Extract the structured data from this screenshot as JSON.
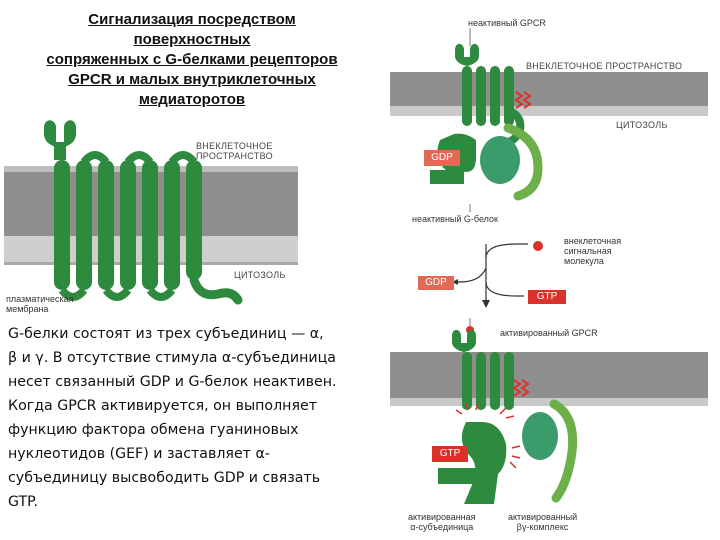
{
  "title": {
    "lines": [
      "Сигнализация посредством",
      "поверхностных",
      "сопряженных с G-белками рецепторов",
      "GPCR и малых внутриклеточных",
      "медиаторотов"
    ]
  },
  "left_figure": {
    "extracellular_lines": [
      "ВНЕКЛЕТОЧНОЕ",
      "ПРОСТРАНСТВО"
    ],
    "cytosol": "ЦИТОЗОЛЬ",
    "membrane_lines": [
      "плазматическая",
      "мембрана"
    ]
  },
  "body_text": {
    "lines": [
      "G-белки состоят из трех субъединиц — α,",
      "β и γ. В отсутствие стимула α-субъединица",
      "несет связанный GDP и G-белок неактивен.",
      "Когда GPCR активируется, он выполняет",
      "функцию фактора обмена гуаниновых",
      "нуклеотидов (GEF) и заставляет α-",
      "субъединицу высвободить GDP и связать",
      "GTP."
    ]
  },
  "right_figure": {
    "inactive_gpcr": "неактивный GPCR",
    "extracellular": "ВНЕКЛЕТОЧНОЕ ПРОСТРАНСТВО",
    "cytosol": "ЦИТОЗОЛЬ",
    "gdp_top": "GDP",
    "inactive_gprotein": "неактивный G-белок",
    "signal_molecule_lines": [
      "внеклеточная",
      "сигнальная",
      "молекула"
    ],
    "gdp_mid": "GDP",
    "gtp_mid": "GTP",
    "activated_gpcr": "активированный GPCR",
    "gtp_bottom": "GTP",
    "activated_alpha_lines": [
      "активированная",
      "α-субъединица"
    ],
    "activated_betagamma_lines": [
      "активированный",
      "βγ-комплекс"
    ]
  },
  "colors": {
    "receptor_green": "#2e8a3e",
    "membrane_gray": "#8c8c8c",
    "membrane_light": "#c9c9c9",
    "gtp_red": "#d9322b",
    "gdp_red": "#e06a55"
  }
}
